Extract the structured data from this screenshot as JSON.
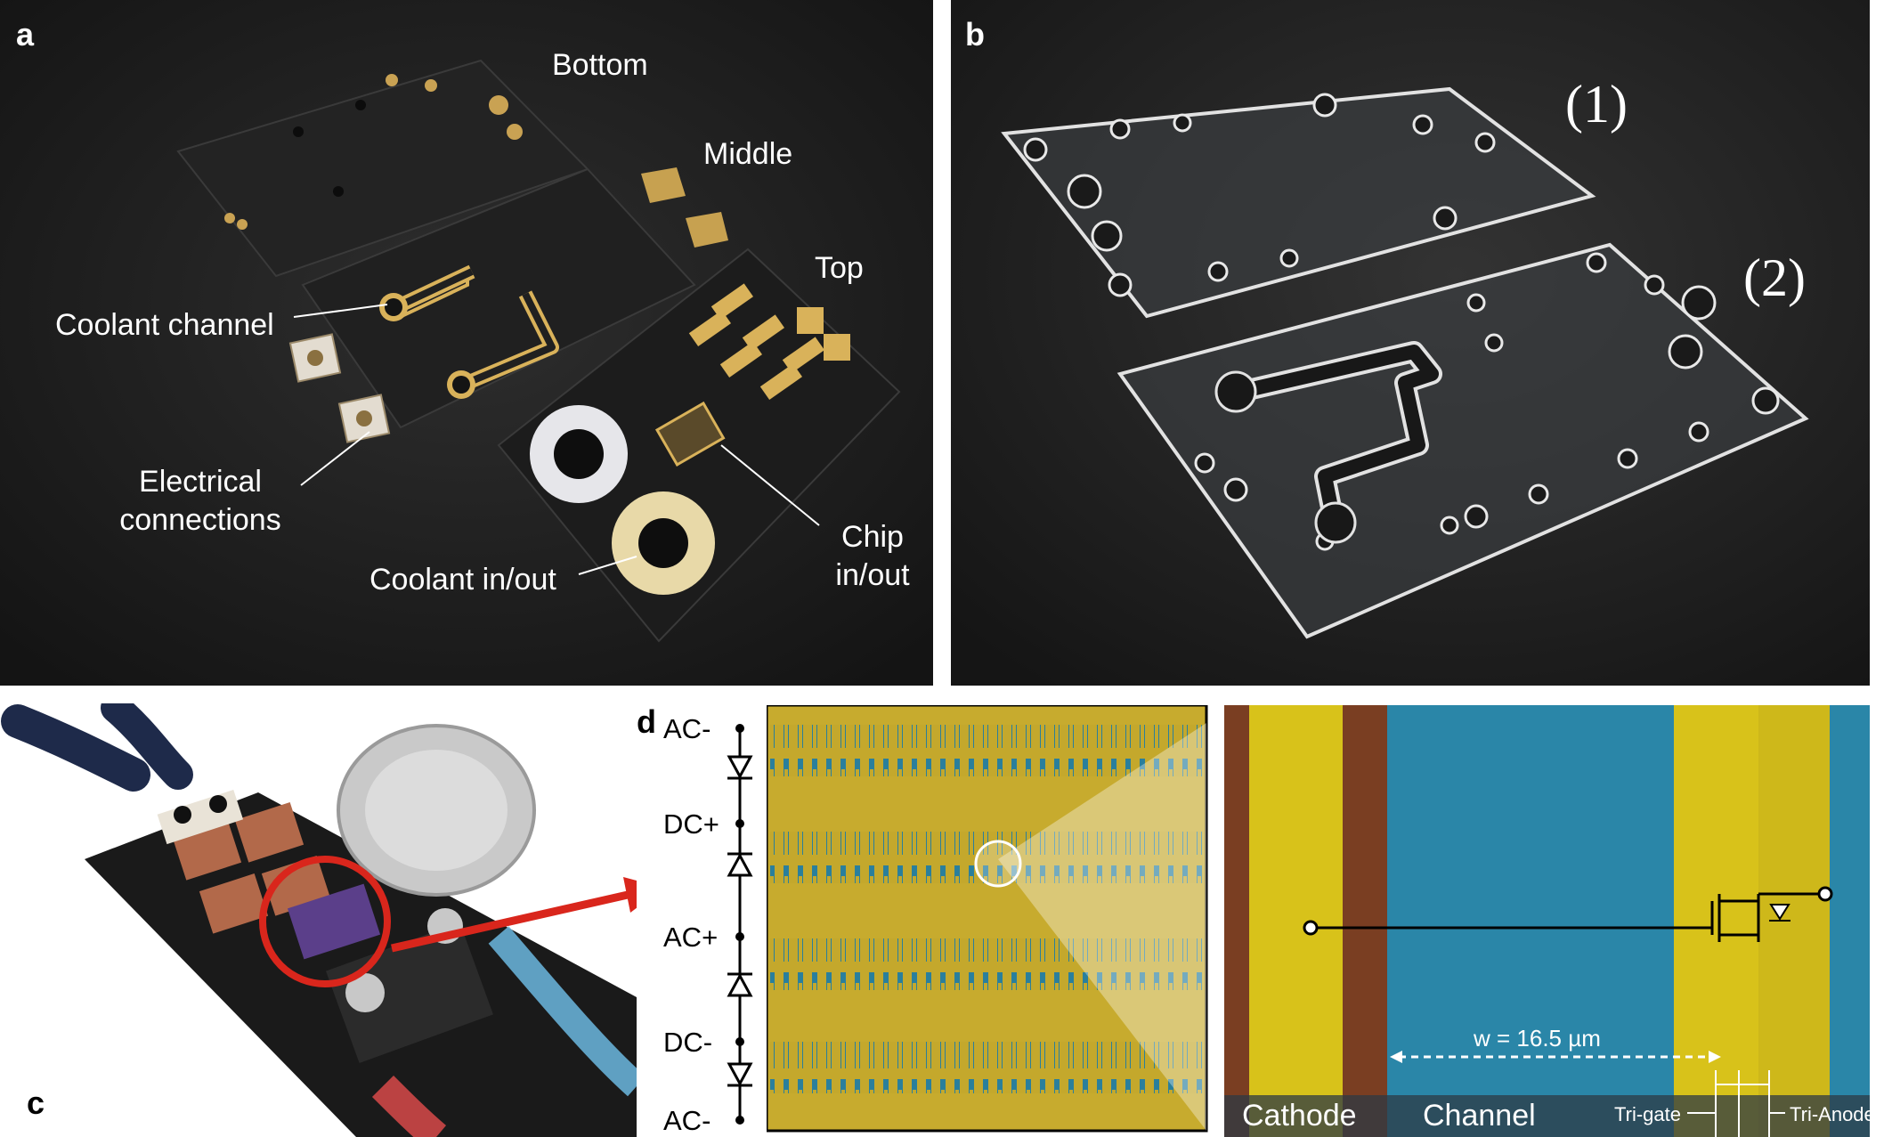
{
  "panels": {
    "a": {
      "label": "a",
      "callouts": {
        "bottom": "Bottom",
        "middle": "Middle",
        "top": "Top",
        "coolant_channel": "Coolant channel",
        "electrical_line1": "Electrical",
        "electrical_line2": "connections",
        "coolant_inout": "Coolant in/out",
        "chip_line1": "Chip",
        "chip_line2": "in/out"
      }
    },
    "b": {
      "label": "b",
      "sheet1": "(1)",
      "sheet2": "(2)"
    },
    "c": {
      "label": "c"
    },
    "d": {
      "label": "d",
      "circuit_labels": [
        "AC-",
        "DC+",
        "AC+",
        "DC-",
        "AC-"
      ],
      "width_annotation": "w = 16.5 µm",
      "bottom_labels": {
        "cathode": "Cathode",
        "channel": "Channel",
        "trigate": "Tri-gate",
        "trianode": "Tri-Anode"
      }
    }
  },
  "colors": {
    "pcb_black": "#1b1b1b",
    "gold": "#d9b25a",
    "sem_yellow": "#d8c21a",
    "sem_blue": "#2a86a8",
    "sem_brown": "#7a3e22",
    "arrow_red": "#d9261c"
  }
}
